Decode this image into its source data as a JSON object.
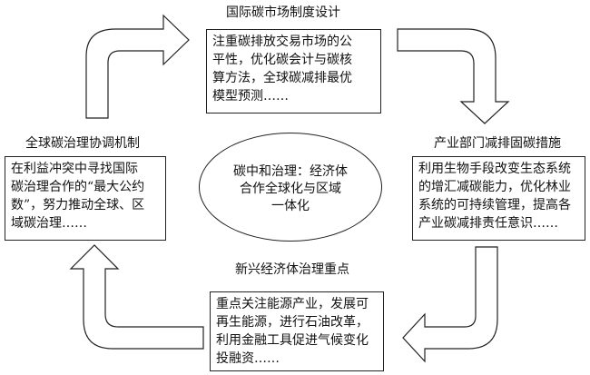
{
  "top": {
    "title": "国际碳市场制度设计",
    "lines": [
      "注重碳排放交易市场的公",
      "平性，优化碳会计与碳核",
      "算方法，全球碳减排最优",
      "模型预测……"
    ]
  },
  "right": {
    "title": "产业部门减排固碳措施",
    "lines": [
      "利用生物手段改变生态系统",
      "的增汇减碳能力，优化林业",
      "系统的可持续管理，提高各",
      "产业碳减排责任意识……"
    ]
  },
  "bottom": {
    "title": "新兴经济体治理重点",
    "lines": [
      "重点关注能源产业，发展可",
      "再生能源，进行石油改革，",
      "利用金融工具促进气候变化",
      "投融资……"
    ]
  },
  "left": {
    "title": "全球碳治理协调机制",
    "lines": [
      "在利益冲突中寻找国际",
      "碳治理合作的“最大公约",
      "数”，努力推动全球、区",
      "域碳治理……"
    ]
  },
  "center": {
    "lines": [
      "碳中和治理：经济体",
      "合作全球化与区域",
      "一体化"
    ]
  }
}
